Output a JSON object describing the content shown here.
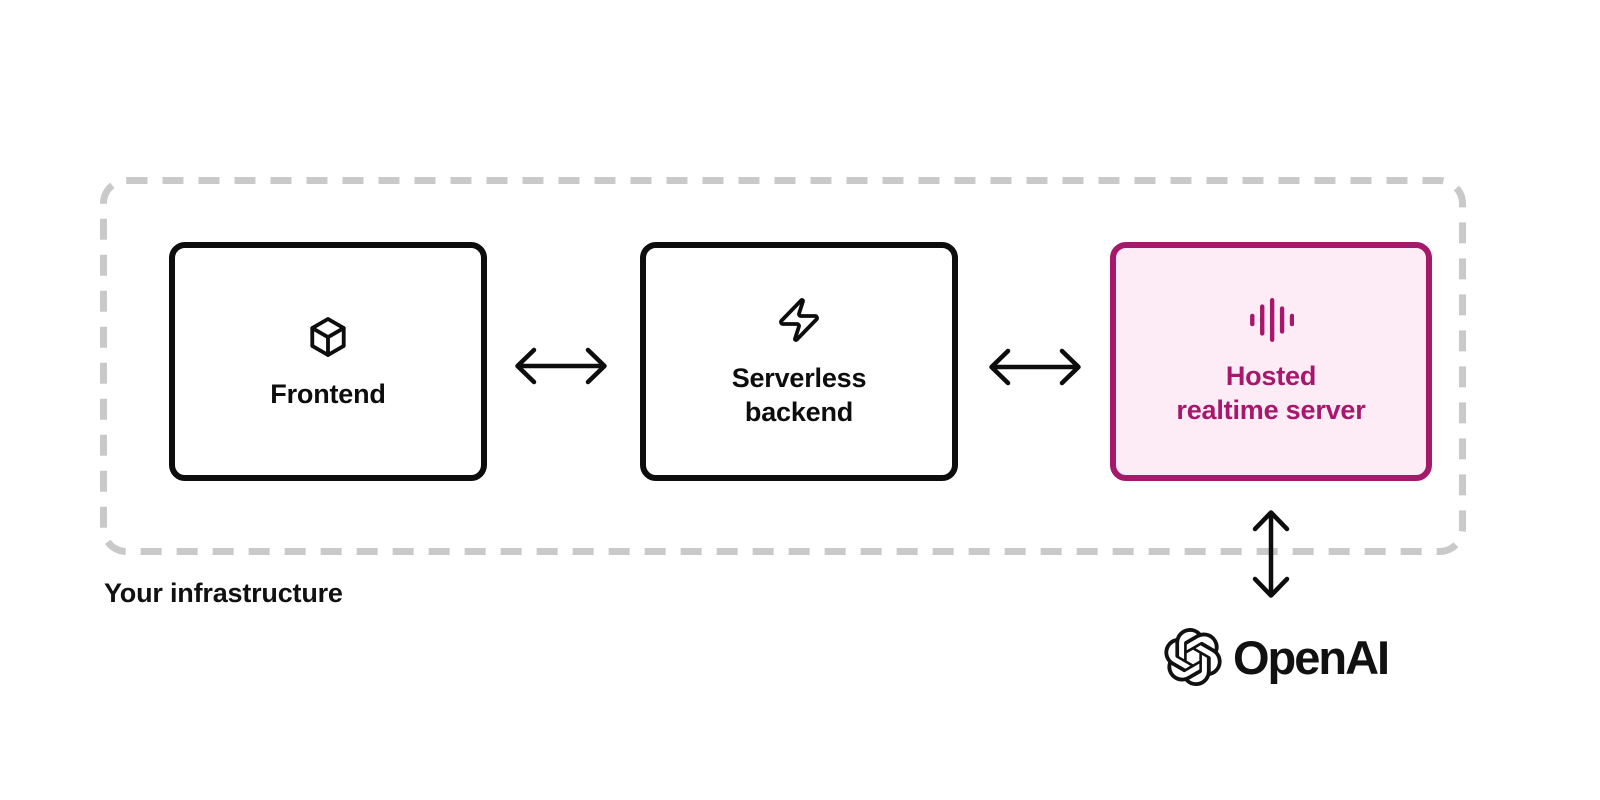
{
  "diagram": {
    "container_label": "Your infrastructure",
    "nodes": [
      {
        "id": "frontend",
        "icon": "cube-icon",
        "label": "Frontend",
        "label_lines": [
          "Frontend"
        ],
        "highlighted": false
      },
      {
        "id": "serverless-backend",
        "icon": "lightning-icon",
        "label": "Serverless backend",
        "label_lines": [
          "Serverless",
          "backend"
        ],
        "highlighted": false
      },
      {
        "id": "hosted-realtime-server",
        "icon": "waveform-icon",
        "label": "Hosted realtime server",
        "label_lines": [
          "Hosted",
          "realtime server"
        ],
        "highlighted": true
      }
    ],
    "connections": [
      {
        "from": "frontend",
        "to": "serverless-backend",
        "type": "bidirectional"
      },
      {
        "from": "serverless-backend",
        "to": "hosted-realtime-server",
        "type": "bidirectional"
      },
      {
        "from": "hosted-realtime-server",
        "to": "openai",
        "type": "bidirectional"
      }
    ],
    "external": {
      "brand": "OpenAI"
    },
    "colors": {
      "accent": "#a6186b",
      "accent_bg": "#fdecf5",
      "node_border": "#0d0d0d",
      "dashed_border": "#c9c9c9",
      "text": "#0d0d0d",
      "background": "#ffffff"
    }
  }
}
